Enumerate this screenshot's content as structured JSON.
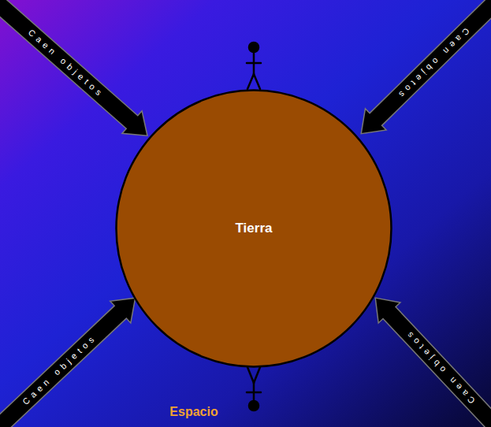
{
  "diagram": {
    "nodes": [
      {
        "text": [
          "Tierra"
        ]
      }
    ],
    "labels": [
      "Caen objetos",
      "Caen objetos",
      "Caen objetos",
      "Caen objetos",
      "Espacio"
    ]
  }
}
